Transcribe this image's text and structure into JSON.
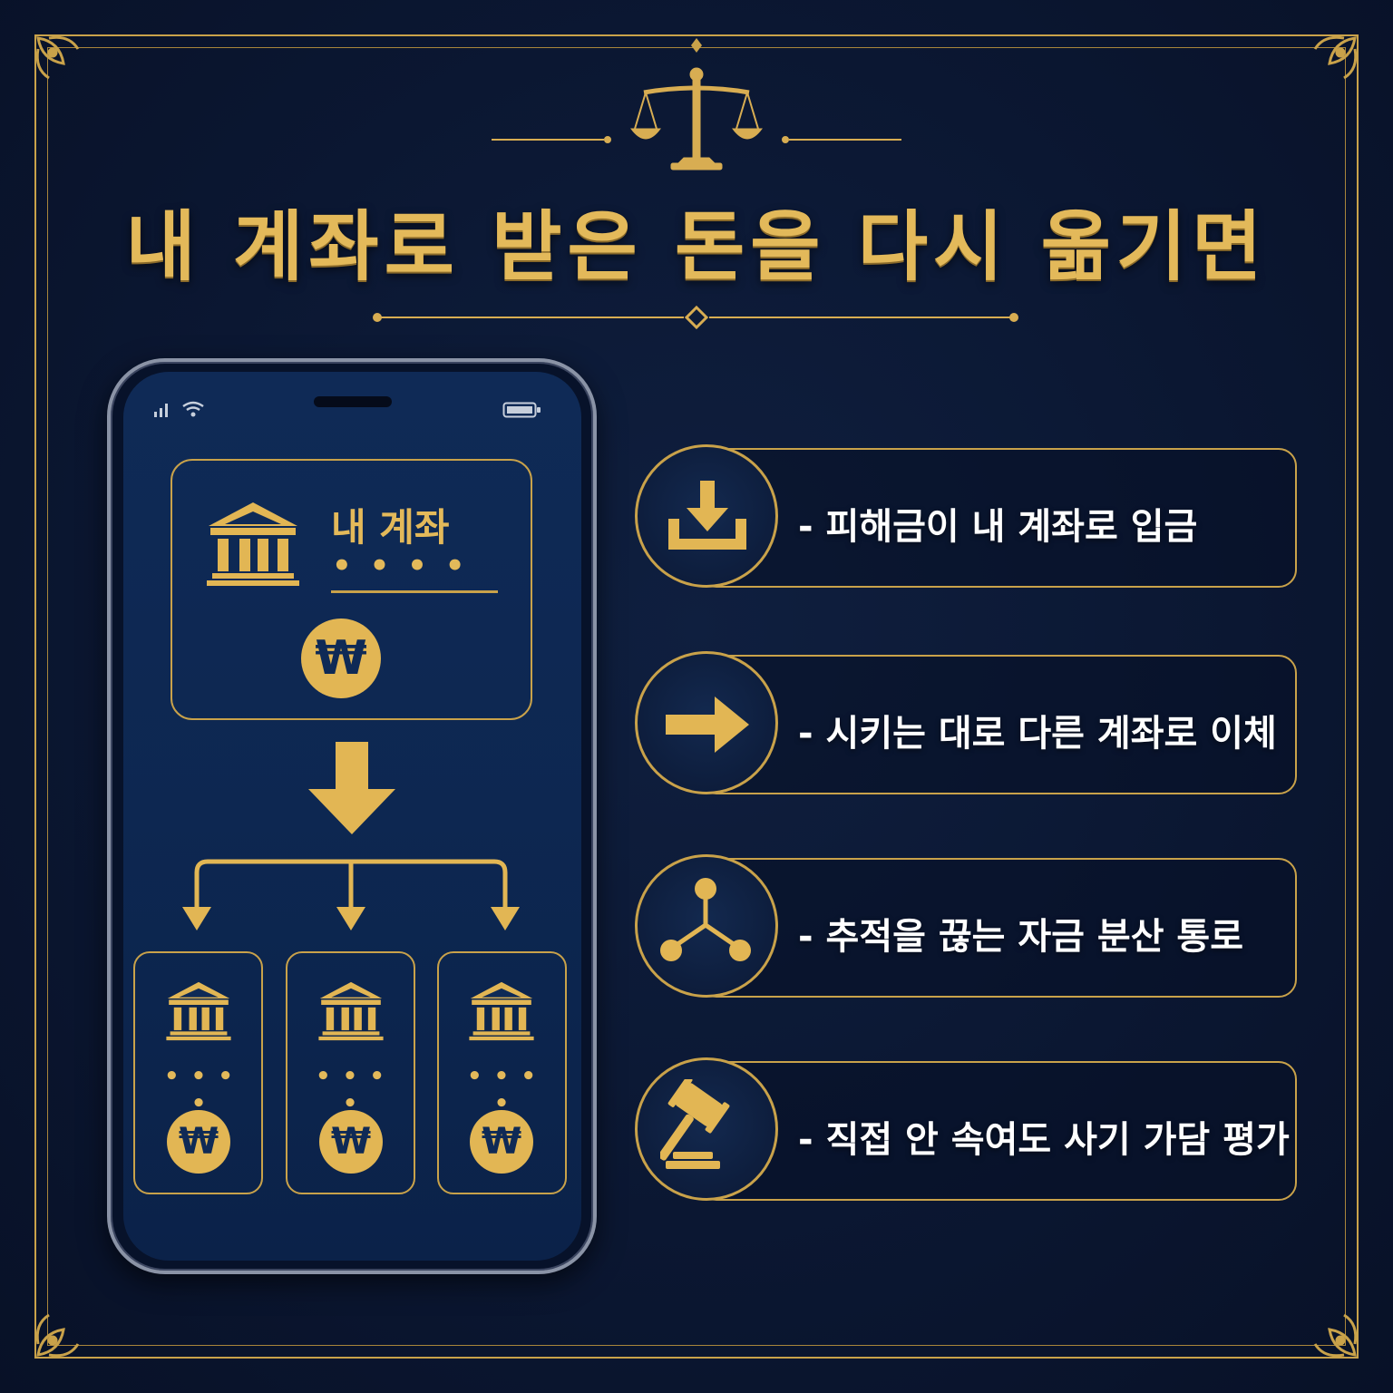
{
  "title": "내 계좌로 받은 돈을 다시 옮기면",
  "phone": {
    "account_label": "내 계좌",
    "account_number_mask": "• • • •",
    "currency_symbol": "₩",
    "sub_accounts": [
      {
        "mask": "• • • •",
        "currency_symbol": "₩"
      },
      {
        "mask": "• • • •",
        "currency_symbol": "₩"
      },
      {
        "mask": "• • • •",
        "currency_symbol": "₩"
      }
    ]
  },
  "features": [
    {
      "icon": "download-icon",
      "text": "- 피해금이 내 계좌로 입금"
    },
    {
      "icon": "arrow-right-icon",
      "text": "- 시키는 대로 다른 계좌로 이체"
    },
    {
      "icon": "network-split-icon",
      "text": "- 추적을 끊는 자금 분산 통로"
    },
    {
      "icon": "gavel-icon",
      "text": "- 직접 안 속여도 사기 가담 평가"
    }
  ],
  "colors": {
    "background": "#0b1732",
    "gold": "#c9a24a",
    "gold_text": "#e3b95a",
    "phone_screen": "#0f2a56",
    "feature_text": "#ffffff"
  }
}
